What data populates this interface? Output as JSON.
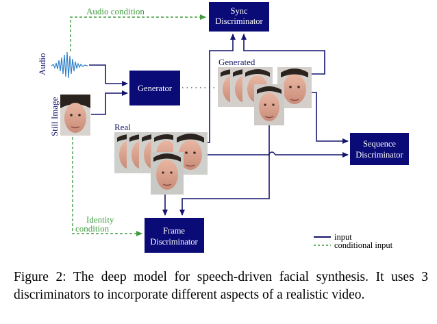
{
  "labels": {
    "audio_condition": "Audio condition",
    "audio": "Audio",
    "still_image": "Still Image",
    "generated": "Generated",
    "real": "Real",
    "identity_condition_1": "Identity",
    "identity_condition_2": "condition"
  },
  "blocks": {
    "sync_1": "Sync",
    "sync_2": "Discriminator",
    "generator": "Generator",
    "sequence_1": "Sequence",
    "sequence_2": "Discriminator",
    "frame_1": "Frame",
    "frame_2": "Discriminator"
  },
  "legend": {
    "input": "input",
    "conditional_input": "conditional input"
  },
  "colors": {
    "block": "#0b0b78",
    "line": "#14146e",
    "conditional": "#3e9b3e"
  },
  "caption": "Figure 2: The deep model for speech-driven facial synthesis. It uses 3 discriminators to incorporate different aspects of a realistic video."
}
